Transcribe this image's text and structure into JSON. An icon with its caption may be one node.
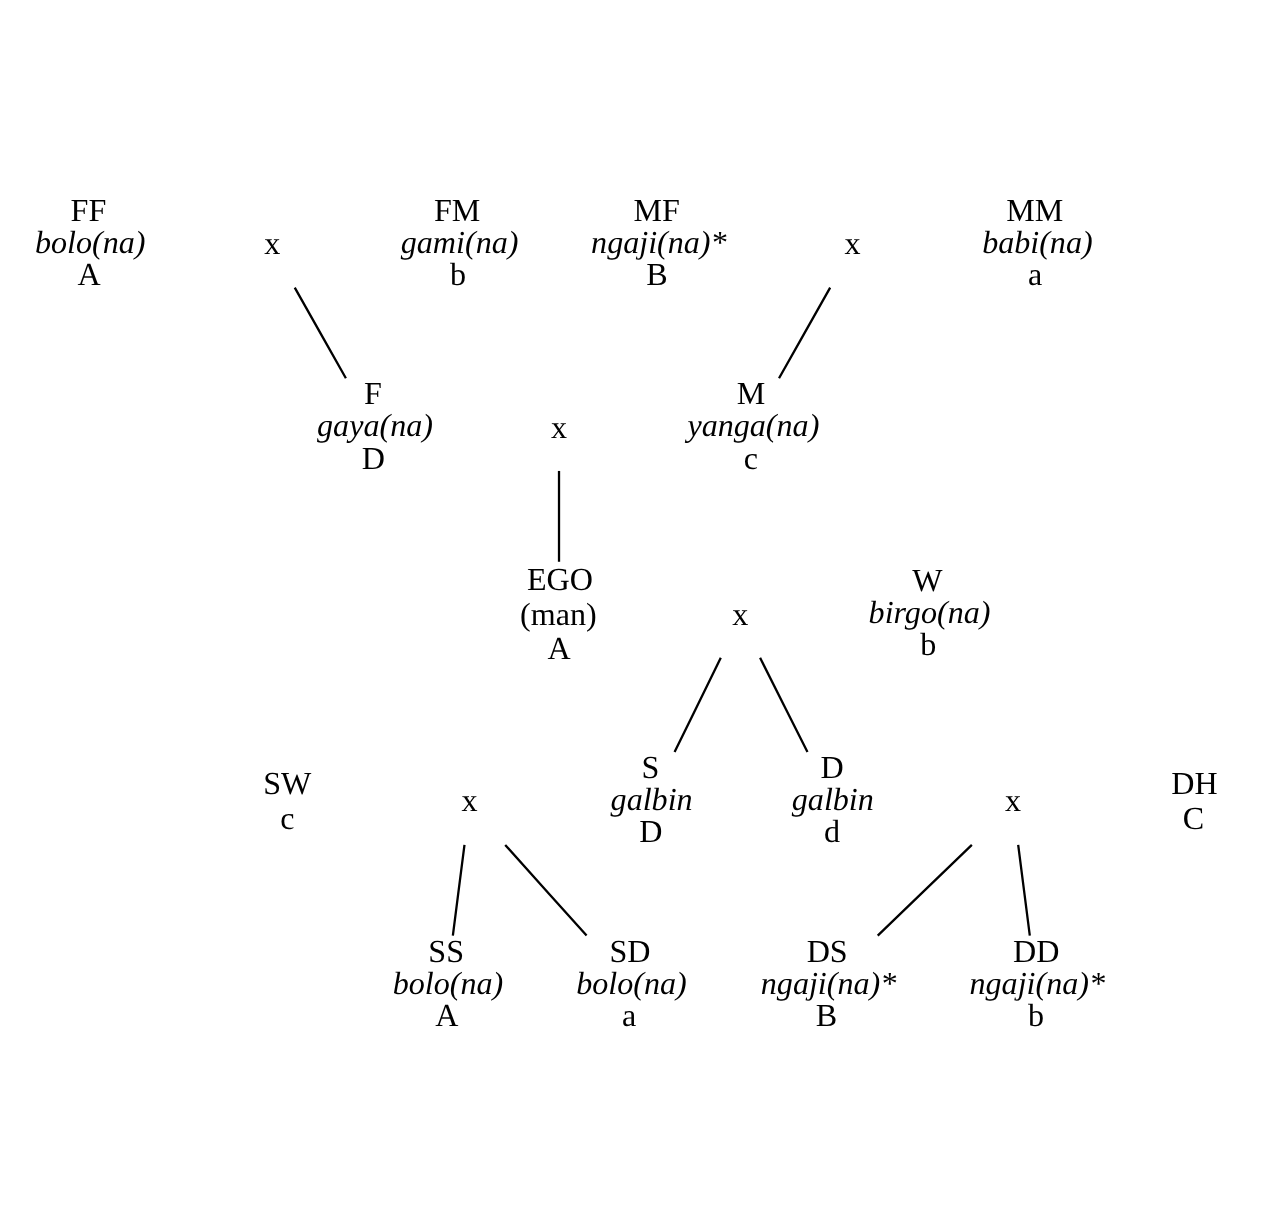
{
  "diagram": {
    "nodes": [
      {
        "text": [
          "FF",
          "bolo(na)",
          "A"
        ]
      },
      {
        "text": [
          "x"
        ]
      },
      {
        "text": [
          "FM",
          "gami(na)",
          "b"
        ]
      },
      {
        "text": [
          "MF",
          "ngaji(na)*",
          "B"
        ]
      },
      {
        "text": [
          "x"
        ]
      },
      {
        "text": [
          "MM",
          "babi(na)",
          "a"
        ]
      },
      {
        "text": [
          "F",
          "gaya(na)",
          "D"
        ]
      },
      {
        "text": [
          "x"
        ]
      },
      {
        "text": [
          "M",
          "yanga(na)",
          "c"
        ]
      },
      {
        "text": [
          "EGO",
          "(man)",
          "A"
        ]
      },
      {
        "text": [
          "x"
        ]
      },
      {
        "text": [
          "W",
          "birgo(na)",
          "b"
        ]
      },
      {
        "text": [
          "SW",
          "c"
        ]
      },
      {
        "text": [
          "x"
        ]
      },
      {
        "text": [
          "S",
          "galbin",
          "D"
        ]
      },
      {
        "text": [
          "D",
          "galbin",
          "d"
        ]
      },
      {
        "text": [
          "x"
        ]
      },
      {
        "text": [
          "DH",
          "C"
        ]
      },
      {
        "text": [
          "SS",
          "bolo(na)",
          "A"
        ]
      },
      {
        "text": [
          "SD",
          "bolo(na)",
          "a"
        ]
      },
      {
        "text": [
          "DS",
          "ngaji(na)*",
          "B"
        ]
      },
      {
        "text": [
          "DD",
          "ngaji(na)*",
          "b"
        ]
      }
    ],
    "edges": [
      {
        "from": 1,
        "to": 6,
        "arrow": "none"
      },
      {
        "from": 4,
        "to": 8,
        "arrow": "none"
      },
      {
        "from": 7,
        "to": 9,
        "arrow": "none"
      },
      {
        "from": 10,
        "to": 14,
        "arrow": "none"
      },
      {
        "from": 10,
        "to": 15,
        "arrow": "none"
      },
      {
        "from": 13,
        "to": 18,
        "arrow": "none"
      },
      {
        "from": 13,
        "to": 19,
        "arrow": "none"
      },
      {
        "from": 16,
        "to": 20,
        "arrow": "none"
      },
      {
        "from": 16,
        "to": 21,
        "arrow": "none"
      }
    ]
  }
}
